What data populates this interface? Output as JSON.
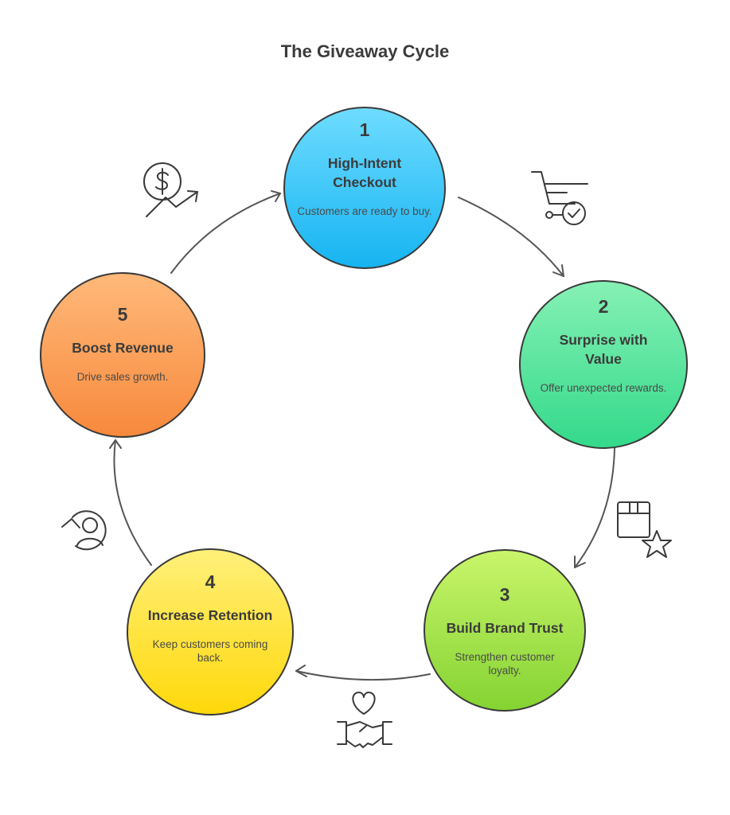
{
  "title": "The Giveaway Cycle",
  "steps": [
    {
      "number": "1",
      "heading": "High-Intent Checkout",
      "description": "Customers are ready to buy.",
      "color_top": "#6fdcff",
      "color_bottom": "#16b4f2",
      "icon": "shopping-cart-check-icon"
    },
    {
      "number": "2",
      "heading": "Surprise with Value",
      "description": "Offer unexpected rewards.",
      "color_top": "#86f1b4",
      "color_bottom": "#33d98a",
      "icon": "gift-box-star-icon"
    },
    {
      "number": "3",
      "heading": "Build Brand Trust",
      "description": "Strengthen customer loyalty.",
      "color_top": "#c9f56b",
      "color_bottom": "#84d332",
      "icon": "handshake-heart-icon"
    },
    {
      "number": "4",
      "heading": "Increase Retention",
      "description": "Keep customers coming back.",
      "color_top": "#fff07a",
      "color_bottom": "#ffd80a",
      "icon": "returning-customer-icon"
    },
    {
      "number": "5",
      "heading": "Boost Revenue",
      "description": "Drive sales growth.",
      "color_top": "#ffb97a",
      "color_bottom": "#f7893c",
      "icon": "dollar-growth-icon"
    }
  ]
}
